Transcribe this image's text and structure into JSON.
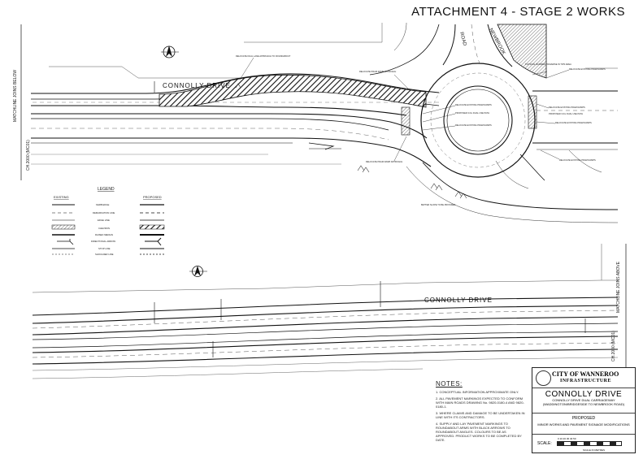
{
  "header": {
    "title": "ATTACHMENT 4 - STAGE 2 WORKS"
  },
  "top_plan": {
    "road_name": "CONNOLLY DRIVE",
    "cross_road_label": "NEWBROOK",
    "cross_road_label2": "ROAD",
    "matchline_left": "MATCHLINE JOINS BELOW",
    "chainage_left": "CH.2000 (MC01)",
    "annotations": [
      "RELOCATE DUAL LANE APPROACH TO ROUNDABOUT",
      "RELOCATE PRAM RAMP APPROACH",
      "RELOCATE EXISTING PRAM RAMPS",
      "PROPOSED 3.0m DUAL USE PATH",
      "RELOCATE EXISTING PRAM RAMPS",
      "RELOCATE PRAM RAMP APPROACH",
      "BETTER SLOPE TO BE PROVIDED",
      "PHYSICAL BARRIER TRAVERSE IN TIPS AREA",
      "RELOCATE EXISTING PRAM RAMPS",
      "RELOCATE EXISTING PRAM RAMPS",
      "PROPOSED 3.0m DUAL USE PATH",
      "RELOCATE EXISTING PRAM RAMPS",
      "RELOCATE EXISTING PRAM RAMPS"
    ]
  },
  "bottom_plan": {
    "road_name": "CONNOLLY DRIVE",
    "matchline_right": "MATCHLINE JOINS ABOVE",
    "chainage_right": "CH.2000 (MC01)"
  },
  "legend": {
    "title": "LEGEND",
    "col_existing": "EXISTING",
    "col_proposed": "PROPOSED",
    "items": [
      "KERB EDGE",
      "DEMARKATION LINE",
      "EDGE LINE",
      "CHEVRON",
      "RAISED MEDIAN",
      "DIRECTIONAL ARROW",
      "STOP LINE",
      "SHOULDER LINE"
    ]
  },
  "notes": {
    "title": "NOTES:",
    "items": [
      "1. CONCEPTUAL INFORMATION APPROXIMATE ONLY.",
      "2. ALL PAVEMENT MARKINGS EXPECTED TO CONFORM WITH MAIN ROADS DRAWING No. 9820-0180-4 AND 9820-0180-1.",
      "3. WHERE CLAIMS AND DAMAGE TO BE UNDERTAKEN IN LINE WITH ITS CONTRACTORS.",
      "4. SUPPLY AND LAY PAVEMENT MARKINGS TO ROUNDABOUT ARMS WITH BLACK ARROWS TO ROUNDABOUT ANGLES. COLOURS TO BE AS APPROVED. PRODUCT WORKS TO BE COMPLETED BY DATE."
    ]
  },
  "title_block": {
    "org": "CITY OF WANNEROO",
    "org_sub": "INFRASTRUCTURE",
    "project": "CONNOLLY DRIVE",
    "project_sub1": "CONNOLLY DRIVE DUAL CARRIAGEWAY",
    "project_sub2": "(WADDINGTON/BRIDGESIDE TO NEWBROOK ROAD)",
    "sheet_title": "PROPOSED",
    "sheet_sub": "MINOR WORKS AND PAVEMENT SIGNAGE MODIFICATIONS",
    "scale_label": "SCALE:",
    "scale_ticks": "0 10 20 30 40 50",
    "scale_unit": "SCALE IN METRES"
  }
}
